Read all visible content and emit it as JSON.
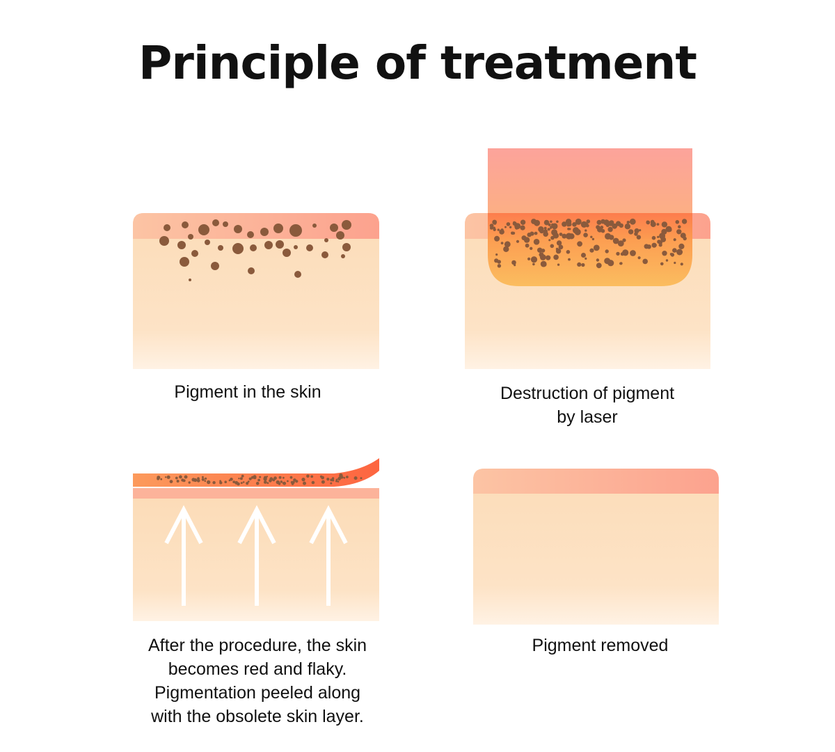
{
  "title": "Principle of treatment",
  "panels": [
    {
      "caption": "Pigment in the skin"
    },
    {
      "caption": "Destruction of pigment\nby laser"
    },
    {
      "caption": "After the procedure, the skin\nbecomes red and flaky.\nPigmentation peeled along\nwith the obsolete skin layer."
    },
    {
      "caption": "Pigment removed"
    }
  ],
  "colors": {
    "skin": "#fde0bc",
    "epidermis": "#fcb59b",
    "pigment": "#8a5a3c",
    "laser": "#fca097",
    "laser_zone": "#fbb55a",
    "arrow": "#ffffff"
  }
}
